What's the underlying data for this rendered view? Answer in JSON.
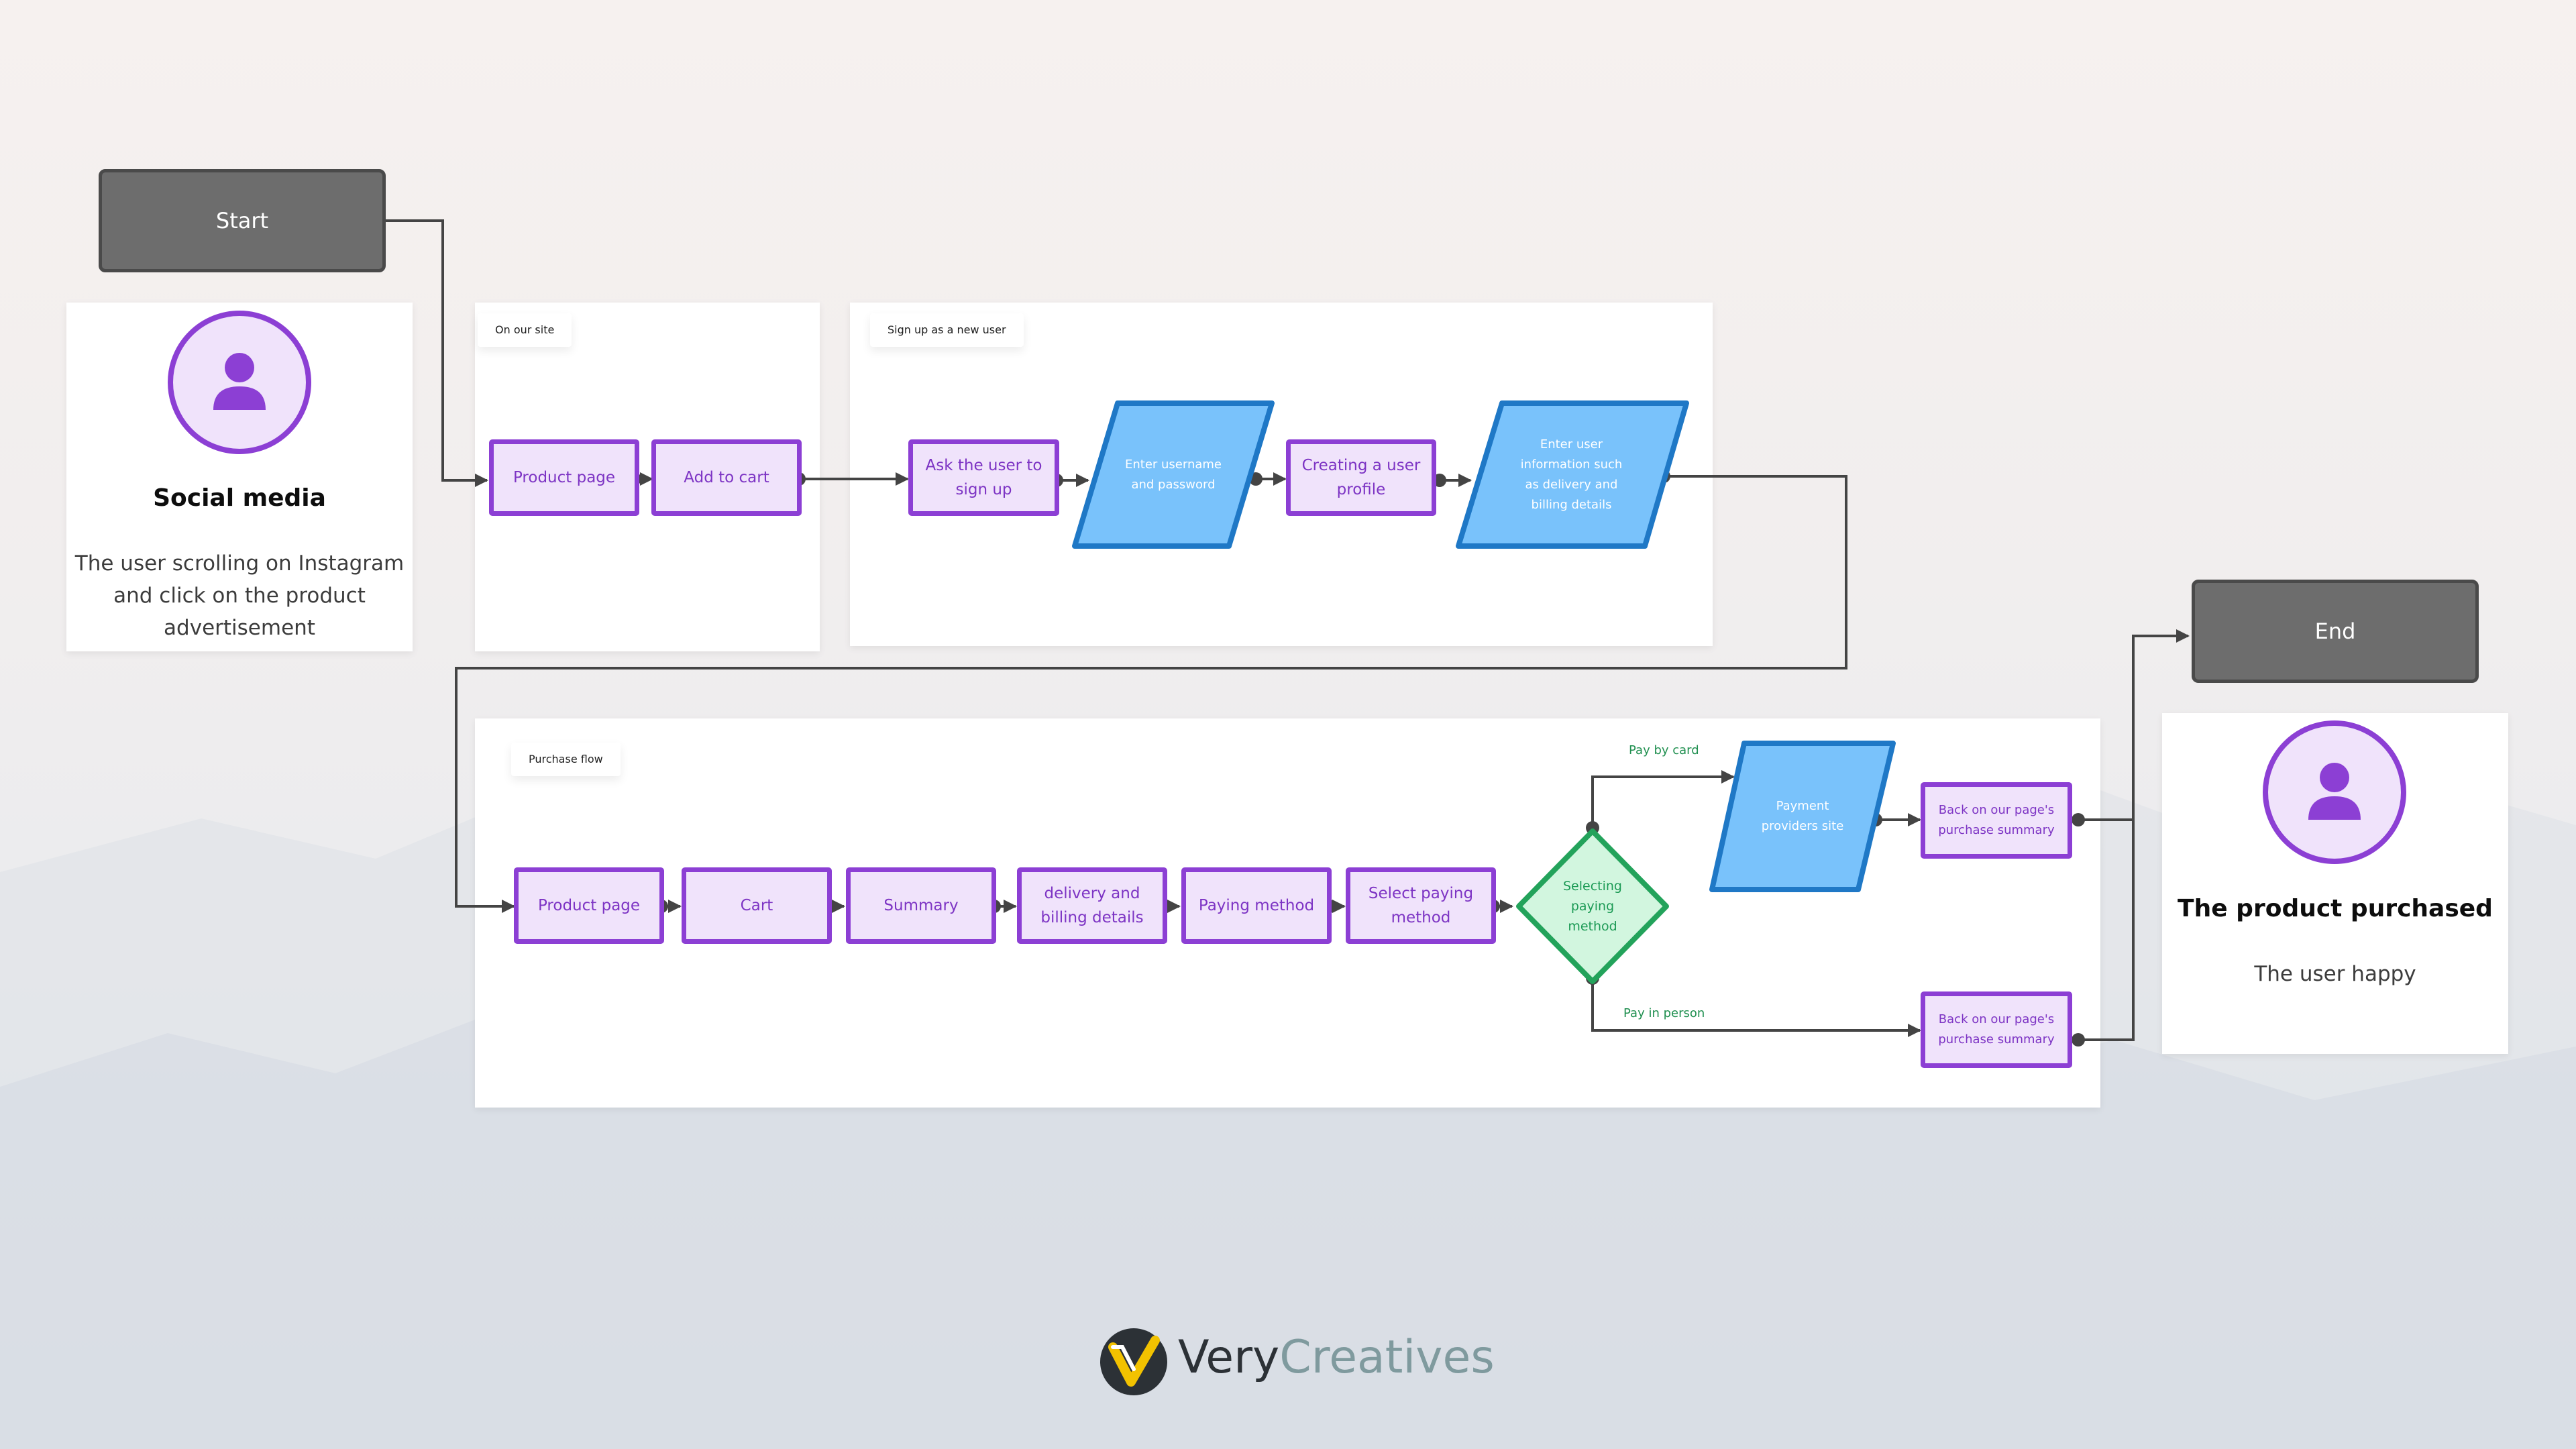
{
  "terminals": {
    "start": "Start",
    "end": "End"
  },
  "personas": {
    "social": {
      "title": "Social media",
      "description": "The user scrolling on Instagram\nand click on the product\nadvertisement"
    },
    "purchased": {
      "title": "The product purchased",
      "description": "The user happy"
    }
  },
  "sections": {
    "site": {
      "label": "On our site",
      "steps": {
        "product_page": "Product page",
        "add_to_cart": "Add to cart"
      }
    },
    "signup": {
      "label": "Sign up as a new user",
      "steps": {
        "ask_signup": "Ask the user to\nsign up",
        "enter_credentials": "Enter username\nand password",
        "create_profile": "Creating a user\nprofile",
        "enter_info": "Enter user\ninformation such\nas delivery and\nbilling details"
      }
    },
    "purchase": {
      "label": "Purchase flow",
      "steps": {
        "product_page": "Product page",
        "cart": "Cart",
        "summary": "Summary",
        "delivery_billing": "delivery and\nbilling details",
        "paying_method": "Paying method",
        "select_paying_method": "Select paying\nmethod",
        "decision": "Selecting\npaying\nmethod",
        "payment_providers": "Payment\nproviders site",
        "back_summary_card": "Back on our page's\npurchase summary",
        "back_summary_person": "Back on our page's\npurchase summary"
      },
      "edges": {
        "pay_by_card": "Pay by card",
        "pay_in_person": "Pay in person"
      }
    }
  },
  "logo": {
    "very": "Very",
    "creatives": "Creatives",
    "icon": "v-check-logo-icon"
  },
  "colors": {
    "process_fill": "#f0e3fb",
    "process_border": "#8c3fd4",
    "data_fill": "#79c2fb",
    "data_border": "#1f78c6",
    "decision_fill": "#d2f6df",
    "decision_border": "#23a35b",
    "terminal_fill": "#6d6d6d",
    "connector": "#444444"
  }
}
